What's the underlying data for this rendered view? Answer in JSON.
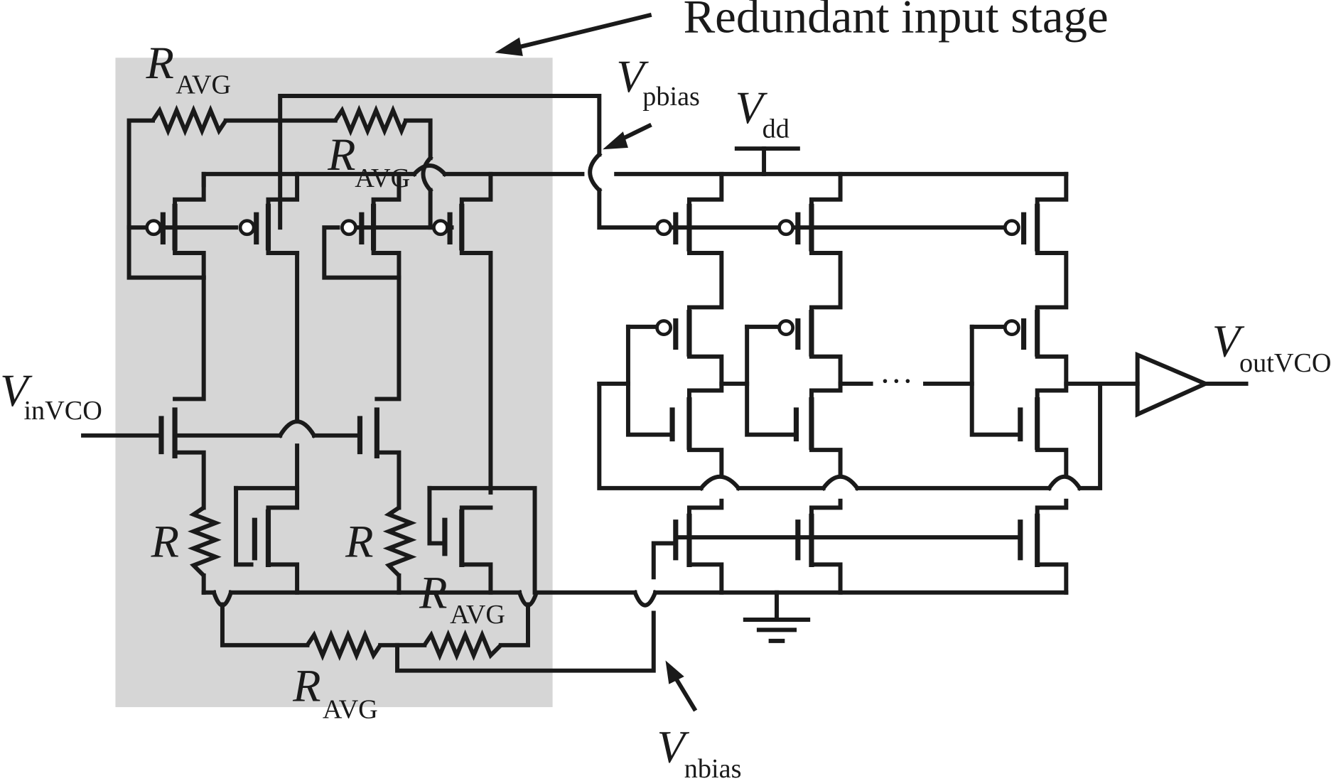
{
  "title": "Redundant input stage",
  "labels": {
    "r_avg_main": "R",
    "r_avg_sub": "AVG",
    "r": "R",
    "v": "V",
    "vpbias_sub": "pbias",
    "vdd_sub": "dd",
    "vnbias_sub": "nbias",
    "vin_sub": "inVCO",
    "vout_sub": "outVCO",
    "ellipsis": "···"
  },
  "colors": {
    "wire": "#1a1a1a",
    "highlight_box": "#d6d6d6",
    "background": "#ffffff"
  }
}
